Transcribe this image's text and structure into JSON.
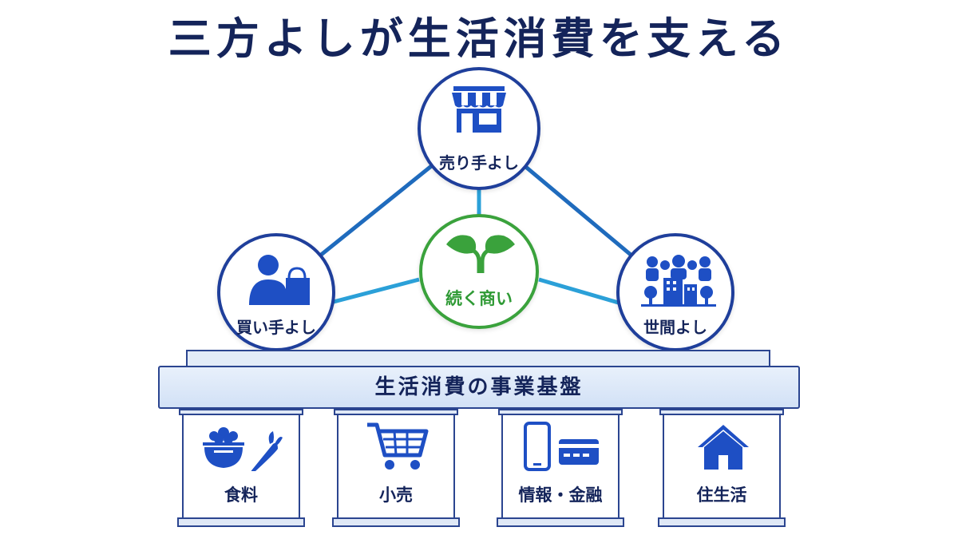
{
  "title": "三方よしが生活消費を支える",
  "nodes": {
    "seller": {
      "label": "売り手よし",
      "icon": "storefront-icon"
    },
    "buyer": {
      "label": "買い手よし",
      "icon": "shopper-icon"
    },
    "society": {
      "label": "世間よし",
      "icon": "community-icon"
    },
    "center": {
      "label": "続く商い",
      "icon": "sprout-icon"
    }
  },
  "foundation": {
    "label": "生活消費の事業基盤"
  },
  "pillars": [
    {
      "label": "食料",
      "icon": "rice-bowl-carrot-icon"
    },
    {
      "label": "小売",
      "icon": "shopping-cart-icon"
    },
    {
      "label": "情報・金融",
      "icon": "phone-card-icon"
    },
    {
      "label": "住生活",
      "icon": "house-icon"
    }
  ],
  "colors": {
    "navy": "#1f3f9b",
    "icon_blue": "#1e4fc4",
    "line_blue": "#2a8fcf",
    "green": "#3aa23c"
  }
}
